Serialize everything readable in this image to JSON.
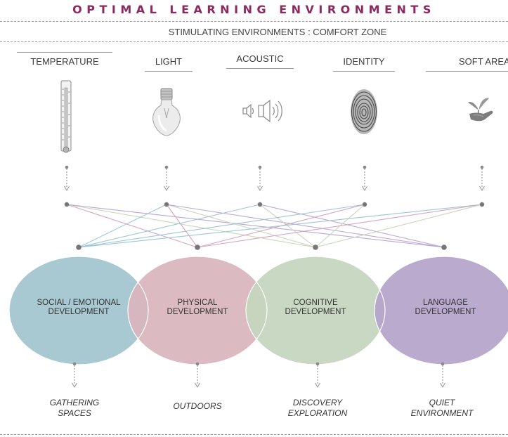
{
  "title": "OPTIMAL LEARNING ENVIRONMENTS",
  "subtitle": "STIMULATING ENVIRONMENTS : COMFORT ZONE",
  "factors": [
    {
      "label": "TEMPERATURE",
      "icon": "thermometer-icon"
    },
    {
      "label": "LIGHT",
      "icon": "light-bulb-icon"
    },
    {
      "label": "ACOUSTIC",
      "icon": "speaker-icon"
    },
    {
      "label": "IDENTITY",
      "icon": "fingerprint-icon"
    },
    {
      "label": "SOFT AREAS",
      "icon": "plant-in-hand-icon"
    }
  ],
  "developments": [
    {
      "line1": "SOCIAL / EMOTIONAL",
      "line2": "DEVELOPMENT",
      "color": "#a8c9d2"
    },
    {
      "line1": "PHYSICAL",
      "line2": "DEVELOPMENT",
      "color": "#d9b6be"
    },
    {
      "line1": "COGNITIVE",
      "line2": "DEVELOPMENT",
      "color": "#c6d6bf"
    },
    {
      "line1": "LANGUAGE",
      "line2": "DEVELOPMENT",
      "color": "#b5a5cb"
    }
  ],
  "environments": [
    {
      "line1": "GATHERING",
      "line2": "SPACES"
    },
    {
      "line1": "OUTDOORS",
      "line2": ""
    },
    {
      "line1": "DISCOVERY",
      "line2": "EXPLORATION"
    },
    {
      "line1": "QUIET",
      "line2": "ENVIRONMENT"
    }
  ],
  "colors": {
    "title": "#8c2a5e",
    "connector_blue": "#9cc6d6",
    "connector_pink": "#d7a6c0",
    "connector_green": "#c9d6b8",
    "connector_purple": "#b9a6d6",
    "node": "#777777"
  }
}
